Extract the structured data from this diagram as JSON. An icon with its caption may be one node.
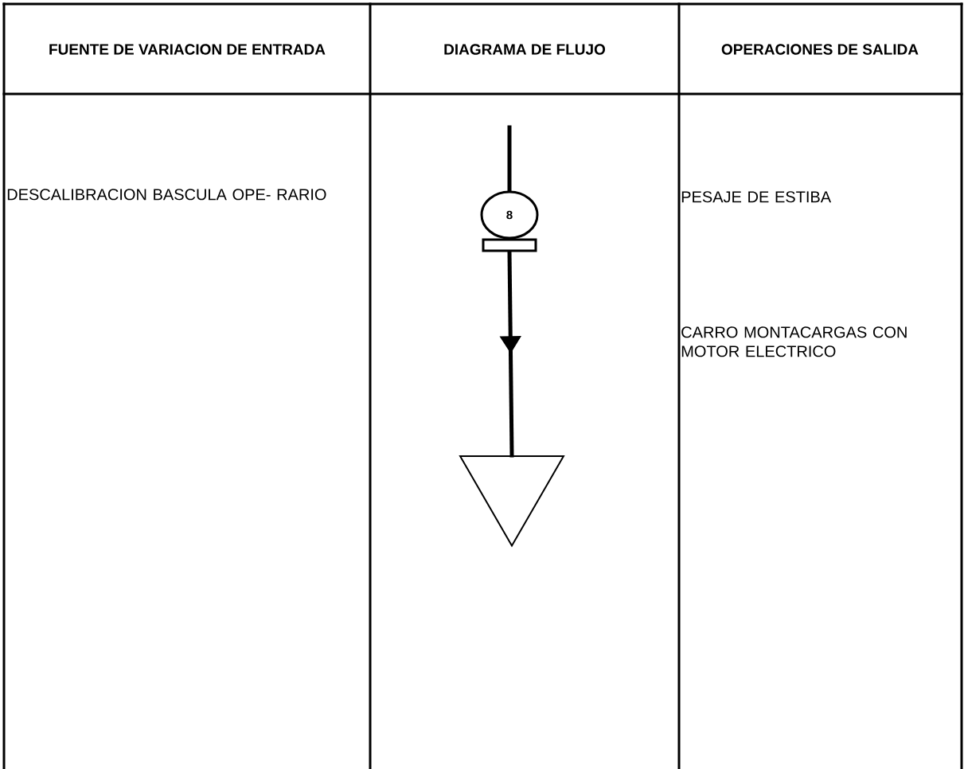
{
  "diagram": {
    "nodes": [
      {
        "text": [
          "8"
        ]
      },
      {
        "text": [],
        "shape": "box"
      },
      {
        "text": [],
        "shape": "triangle"
      }
    ],
    "edges": [
      {
        "from": null,
        "to": 0,
        "arrow": "none"
      },
      {
        "from": 1,
        "to": 2,
        "arrow": "to"
      }
    ],
    "labels": [
      "FUENTE DE VARIACION DE ENTRADA",
      "DIAGRAMA DE FLUJO",
      "OPERACIONES DE SALIDA",
      "DESCALIBRACION BASCULA OPE- RARIO",
      "PESAJE DE ESTIBA",
      "CARRO MONTACARGAS CON MOTOR ELECTRICO"
    ]
  }
}
